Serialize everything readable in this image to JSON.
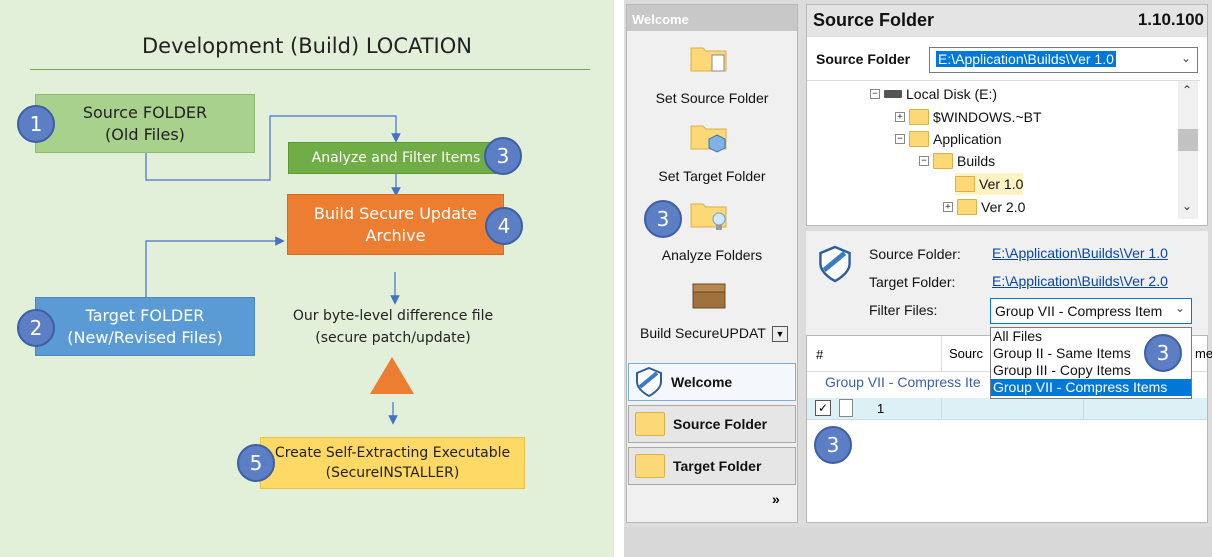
{
  "diagram": {
    "title": "Development (Build) LOCATION",
    "source_box": "Source FOLDER\n(Old Files)",
    "target_box": "Target FOLDER\n(New/Revised Files)",
    "analyze_box": "Analyze and Filter Items",
    "build_box": "Build Secure Update\nArchive",
    "diff_text": "Our byte-level difference file\n(secure patch/update)",
    "create_box": "Create Self-Extracting Executable\n(SecureINSTALLER)",
    "steps": [
      "1",
      "2",
      "3",
      "4",
      "5"
    ]
  },
  "app": {
    "nav_header": "Welcome",
    "actions": [
      {
        "label": "Set Source Folder",
        "icon": "folder-doc-icon"
      },
      {
        "label": "Set Target Folder",
        "icon": "folder-cube-icon"
      },
      {
        "label": "Analyze Folders",
        "icon": "folder-bulb-icon"
      },
      {
        "label": "Build SecureUPDAT",
        "icon": "box-icon"
      }
    ],
    "nav_step": "3",
    "nav_buttons": [
      {
        "label": "Welcome"
      },
      {
        "label": "Source Folder"
      },
      {
        "label": "Target Folder"
      }
    ],
    "nav_more": "»",
    "panel_title": "Source Folder",
    "version": "1.10.100",
    "source_label": "Source Folder",
    "source_value": "E:\\Application\\Builds\\Ver 1.0",
    "tree": [
      {
        "label": "Local Disk (E:)",
        "expander": "−"
      },
      {
        "label": "$WINDOWS.~BT",
        "expander": "+"
      },
      {
        "label": "Application",
        "expander": "−"
      },
      {
        "label": "Builds",
        "expander": "−"
      },
      {
        "label": "Ver 1.0",
        "expander": ""
      },
      {
        "label": "Ver 2.0",
        "expander": "+"
      }
    ],
    "summary": {
      "source_label": "Source Folder:",
      "source_value": "E:\\Application\\Builds\\Ver 1.0",
      "target_label": "Target Folder:",
      "target_value": "E:\\Application\\Builds\\Ver 2.0",
      "filter_label": "Filter Files:",
      "filter_value": "Group VII - Compress Item"
    },
    "dropdown_options": [
      {
        "label": "All Files",
        "selected": false
      },
      {
        "label": "Group  II - Same Items",
        "selected": false
      },
      {
        "label": "Group III - Copy Items",
        "selected": false
      },
      {
        "label": "Group VII - Compress Items",
        "selected": true
      }
    ],
    "dropdown_step": "3",
    "grid": {
      "col_num": "#",
      "col_source": "Sourc",
      "col_name": "me",
      "group_label": "Group VII - Compress Ite",
      "row_num": "1",
      "step": "3"
    }
  },
  "colors": {
    "step_circle": "#5b7ec4",
    "accent_blue": "#0078d7",
    "diagram_bg": "#e2efd9"
  }
}
